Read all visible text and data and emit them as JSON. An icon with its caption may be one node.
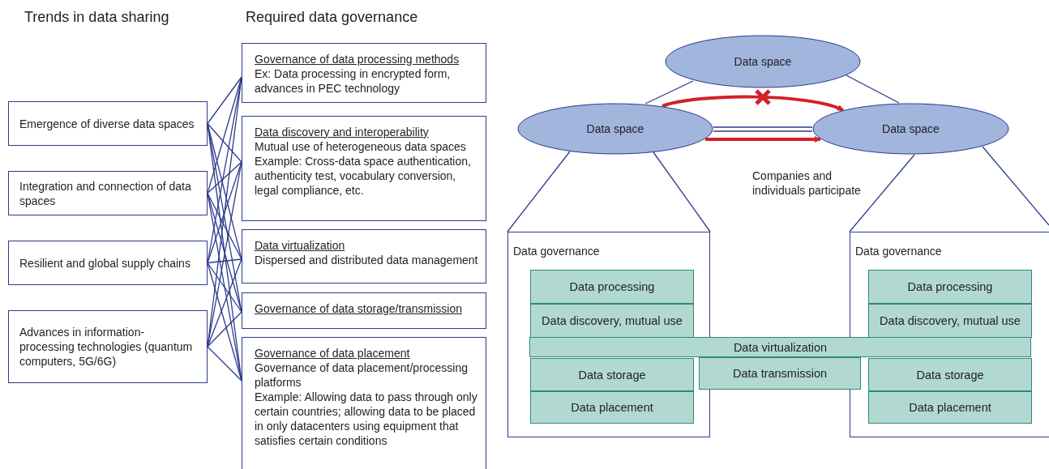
{
  "diagram": {
    "nodes": [
      {
        "text": [
          "Emergence of diverse data spaces"
        ]
      },
      {
        "text": [
          "Integration and connection of data spaces"
        ]
      },
      {
        "text": [
          "Resilient and global supply chains"
        ]
      },
      {
        "text": [
          "Advances in information-processing technologies (quantum computers, 5G/6G)"
        ]
      },
      {
        "text": [
          "Governance of data processing methods",
          "Ex: Data processing in encrypted form, advances in PEC technology"
        ]
      },
      {
        "text": [
          "Data discovery and interoperability",
          "Mutual use of heterogeneous data spaces",
          "Example: Cross-data space authentication, authenticity test, vocabulary conversion, legal compliance, etc."
        ]
      },
      {
        "text": [
          "Data virtualization",
          "Dispersed and distributed data management"
        ]
      },
      {
        "text": [
          "Governance of data storage/transmission"
        ]
      },
      {
        "text": [
          "Governance of data placement",
          "Governance of data placement/processing platforms",
          "Example: Allowing data to pass through only certain countries; allowing data to be placed in only datacenters using equipment that satisfies certain conditions"
        ]
      },
      {
        "text": [
          "Data space"
        ]
      },
      {
        "text": [
          "Data space"
        ]
      },
      {
        "text": [
          "Data space"
        ]
      },
      {
        "text": [
          "Data governance"
        ]
      },
      {
        "text": [
          "Data processing"
        ],
        "in": 12
      },
      {
        "text": [
          "Data discovery, mutual use"
        ],
        "in": 12
      },
      {
        "text": [
          "Data storage"
        ],
        "in": 12
      },
      {
        "text": [
          "Data placement"
        ],
        "in": 12
      },
      {
        "text": [
          "Data governance"
        ]
      },
      {
        "text": [
          "Data processing"
        ],
        "in": 17
      },
      {
        "text": [
          "Data discovery, mutual use"
        ],
        "in": 17
      },
      {
        "text": [
          "Data storage"
        ],
        "in": 17
      },
      {
        "text": [
          "Data placement"
        ],
        "in": 17
      },
      {
        "text": [
          "Data virtualization"
        ]
      },
      {
        "text": [
          "Data transmission"
        ]
      }
    ],
    "edges": [
      {
        "from": 0,
        "to": 4,
        "arrow": "none"
      },
      {
        "from": 0,
        "to": 5,
        "arrow": "none"
      },
      {
        "from": 0,
        "to": 6,
        "arrow": "none"
      },
      {
        "from": 0,
        "to": 7,
        "arrow": "none"
      },
      {
        "from": 0,
        "to": 8,
        "arrow": "none"
      },
      {
        "from": 1,
        "to": 4,
        "arrow": "none"
      },
      {
        "from": 1,
        "to": 5,
        "arrow": "none"
      },
      {
        "from": 1,
        "to": 6,
        "arrow": "none"
      },
      {
        "from": 1,
        "to": 7,
        "arrow": "none"
      },
      {
        "from": 1,
        "to": 8,
        "arrow": "none"
      },
      {
        "from": 2,
        "to": 4,
        "arrow": "none"
      },
      {
        "from": 2,
        "to": 5,
        "arrow": "none"
      },
      {
        "from": 2,
        "to": 6,
        "arrow": "none"
      },
      {
        "from": 2,
        "to": 7,
        "arrow": "none"
      },
      {
        "from": 2,
        "to": 8,
        "arrow": "none"
      },
      {
        "from": 3,
        "to": 4,
        "arrow": "none"
      },
      {
        "from": 3,
        "to": 5,
        "arrow": "none"
      },
      {
        "from": 3,
        "to": 6,
        "arrow": "none"
      },
      {
        "from": 3,
        "to": 7,
        "arrow": "none"
      },
      {
        "from": 3,
        "to": 8,
        "arrow": "none"
      },
      {
        "from": 10,
        "to": 9,
        "arrow": "none"
      },
      {
        "from": 9,
        "to": 11,
        "arrow": "none"
      },
      {
        "from": 10,
        "to": 11,
        "arrow": "none"
      },
      {
        "from": 10,
        "to": 11,
        "arrow": "to",
        "style": "thick",
        "color": "#d42027"
      },
      {
        "from": 10,
        "to": 11,
        "arrow": "to",
        "style": "thick",
        "color": "#d42027"
      },
      {
        "from": 10,
        "to": 12,
        "arrow": "none"
      },
      {
        "from": 10,
        "to": 12,
        "arrow": "none"
      },
      {
        "from": 11,
        "to": 17,
        "arrow": "none"
      },
      {
        "from": 11,
        "to": 17,
        "arrow": "none"
      }
    ],
    "labels": [
      "Trends in data sharing",
      "Required data governance",
      "Companies and individuals participate"
    ]
  }
}
